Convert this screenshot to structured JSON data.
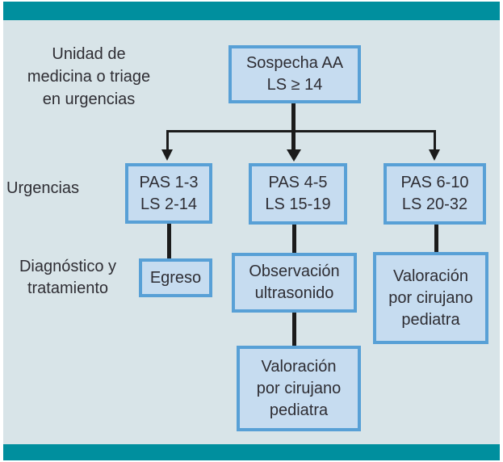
{
  "colors": {
    "teal_bar": "#008f9e",
    "canvas_bg": "#d8e4e8",
    "node_fill": "#c6dcf0",
    "node_border": "#58a0d6",
    "connector": "#1b1b1b",
    "text": "#2e2d33"
  },
  "stages": {
    "triage": "Unidad de\nmedicina o triage\nen urgencias",
    "urgencias": "Urgencias",
    "diagnostico": "Diagnóstico y\ntratamiento"
  },
  "nodes": {
    "root": "Sospecha AA\nLS ≥ 14",
    "pas_1_3": "PAS 1-3\nLS 2-14",
    "pas_4_5": "PAS 4-5\nLS 15-19",
    "pas_6_10": "PAS 6-10\nLS 20-32",
    "egreso": "Egreso",
    "observacion": "Observación\nultrasonido",
    "valoracion_media": "Valoración\npor cirujano\npediatra",
    "valoracion_derecha": "Valoración\npor cirujano\npediatra"
  }
}
